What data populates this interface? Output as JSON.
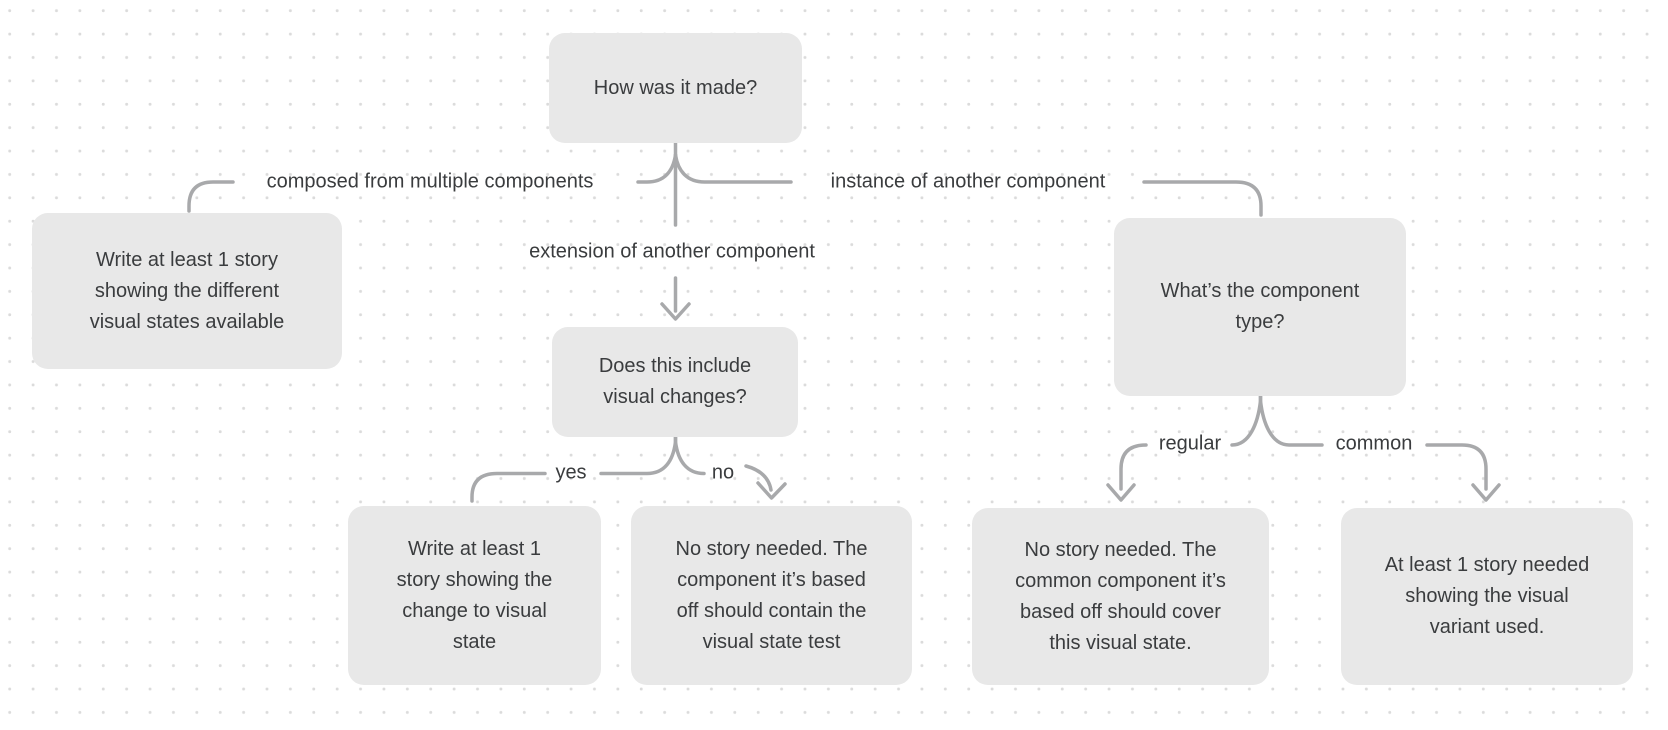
{
  "canvas": {
    "background_color": "#ffffff",
    "dot_grid_color": "#dbdbdb",
    "node_fill_color": "#e8e8e8",
    "text_color": "#3a3c3e",
    "connector_color": "#a8a9ab"
  },
  "nodes": {
    "how_made": {
      "text": "How was it made?"
    },
    "multi_story": {
      "text": "Write at least 1 story showing the different visual states available"
    },
    "visual_changes": {
      "text": "Does this include visual changes?"
    },
    "component_type": {
      "text": "What’s the component type?"
    },
    "change_story": {
      "text": "Write at least 1 story showing the change to visual state"
    },
    "no_story_component": {
      "text": "No story needed. The component it’s based off should contain the visual state test"
    },
    "no_story_common": {
      "text": "No story needed. The common component it’s based off should cover this visual state."
    },
    "variant_story": {
      "text": "At least 1 story needed showing the visual variant used."
    }
  },
  "edges": [
    {
      "from": "how_made",
      "to": "multi_story",
      "label": "composed from multiple components"
    },
    {
      "from": "how_made",
      "to": "visual_changes",
      "label": "extension of another component"
    },
    {
      "from": "how_made",
      "to": "component_type",
      "label": "instance of another component"
    },
    {
      "from": "visual_changes",
      "to": "change_story",
      "label": "yes"
    },
    {
      "from": "visual_changes",
      "to": "no_story_component",
      "label": "no"
    },
    {
      "from": "component_type",
      "to": "no_story_common",
      "label": "regular"
    },
    {
      "from": "component_type",
      "to": "variant_story",
      "label": "common"
    }
  ]
}
